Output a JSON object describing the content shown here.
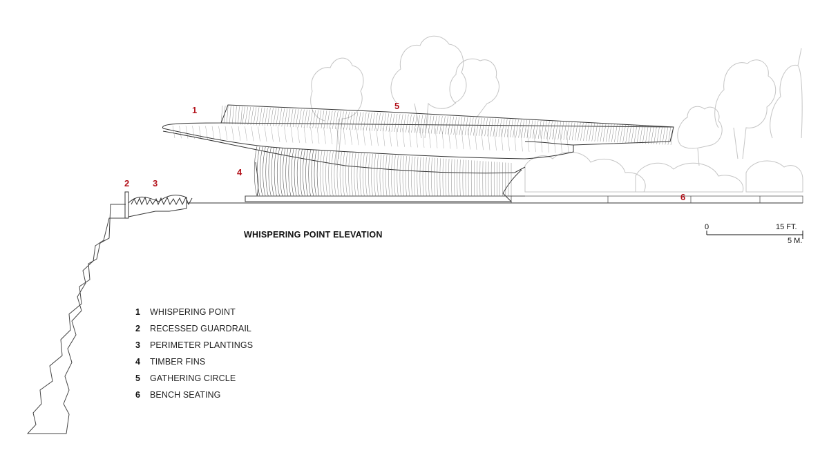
{
  "title": "WHISPERING POINT ELEVATION",
  "callouts": [
    "1",
    "2",
    "3",
    "4",
    "5",
    "6"
  ],
  "scale": {
    "zero": "0",
    "feet": "15 FT.",
    "meters": "5 M."
  },
  "legend": [
    {
      "num": "1",
      "label": "WHISPERING POINT"
    },
    {
      "num": "2",
      "label": "RECESSED GUARDRAIL"
    },
    {
      "num": "3",
      "label": "PERIMETER PLANTINGS"
    },
    {
      "num": "4",
      "label": "TIMBER  FINS"
    },
    {
      "num": "5",
      "label": "GATHERING CIRCLE"
    },
    {
      "num": "6",
      "label": "BENCH SEATING"
    }
  ],
  "colors": {
    "callout": "#b3121b",
    "linework": "#333333",
    "trees": "#bdbdbd"
  }
}
